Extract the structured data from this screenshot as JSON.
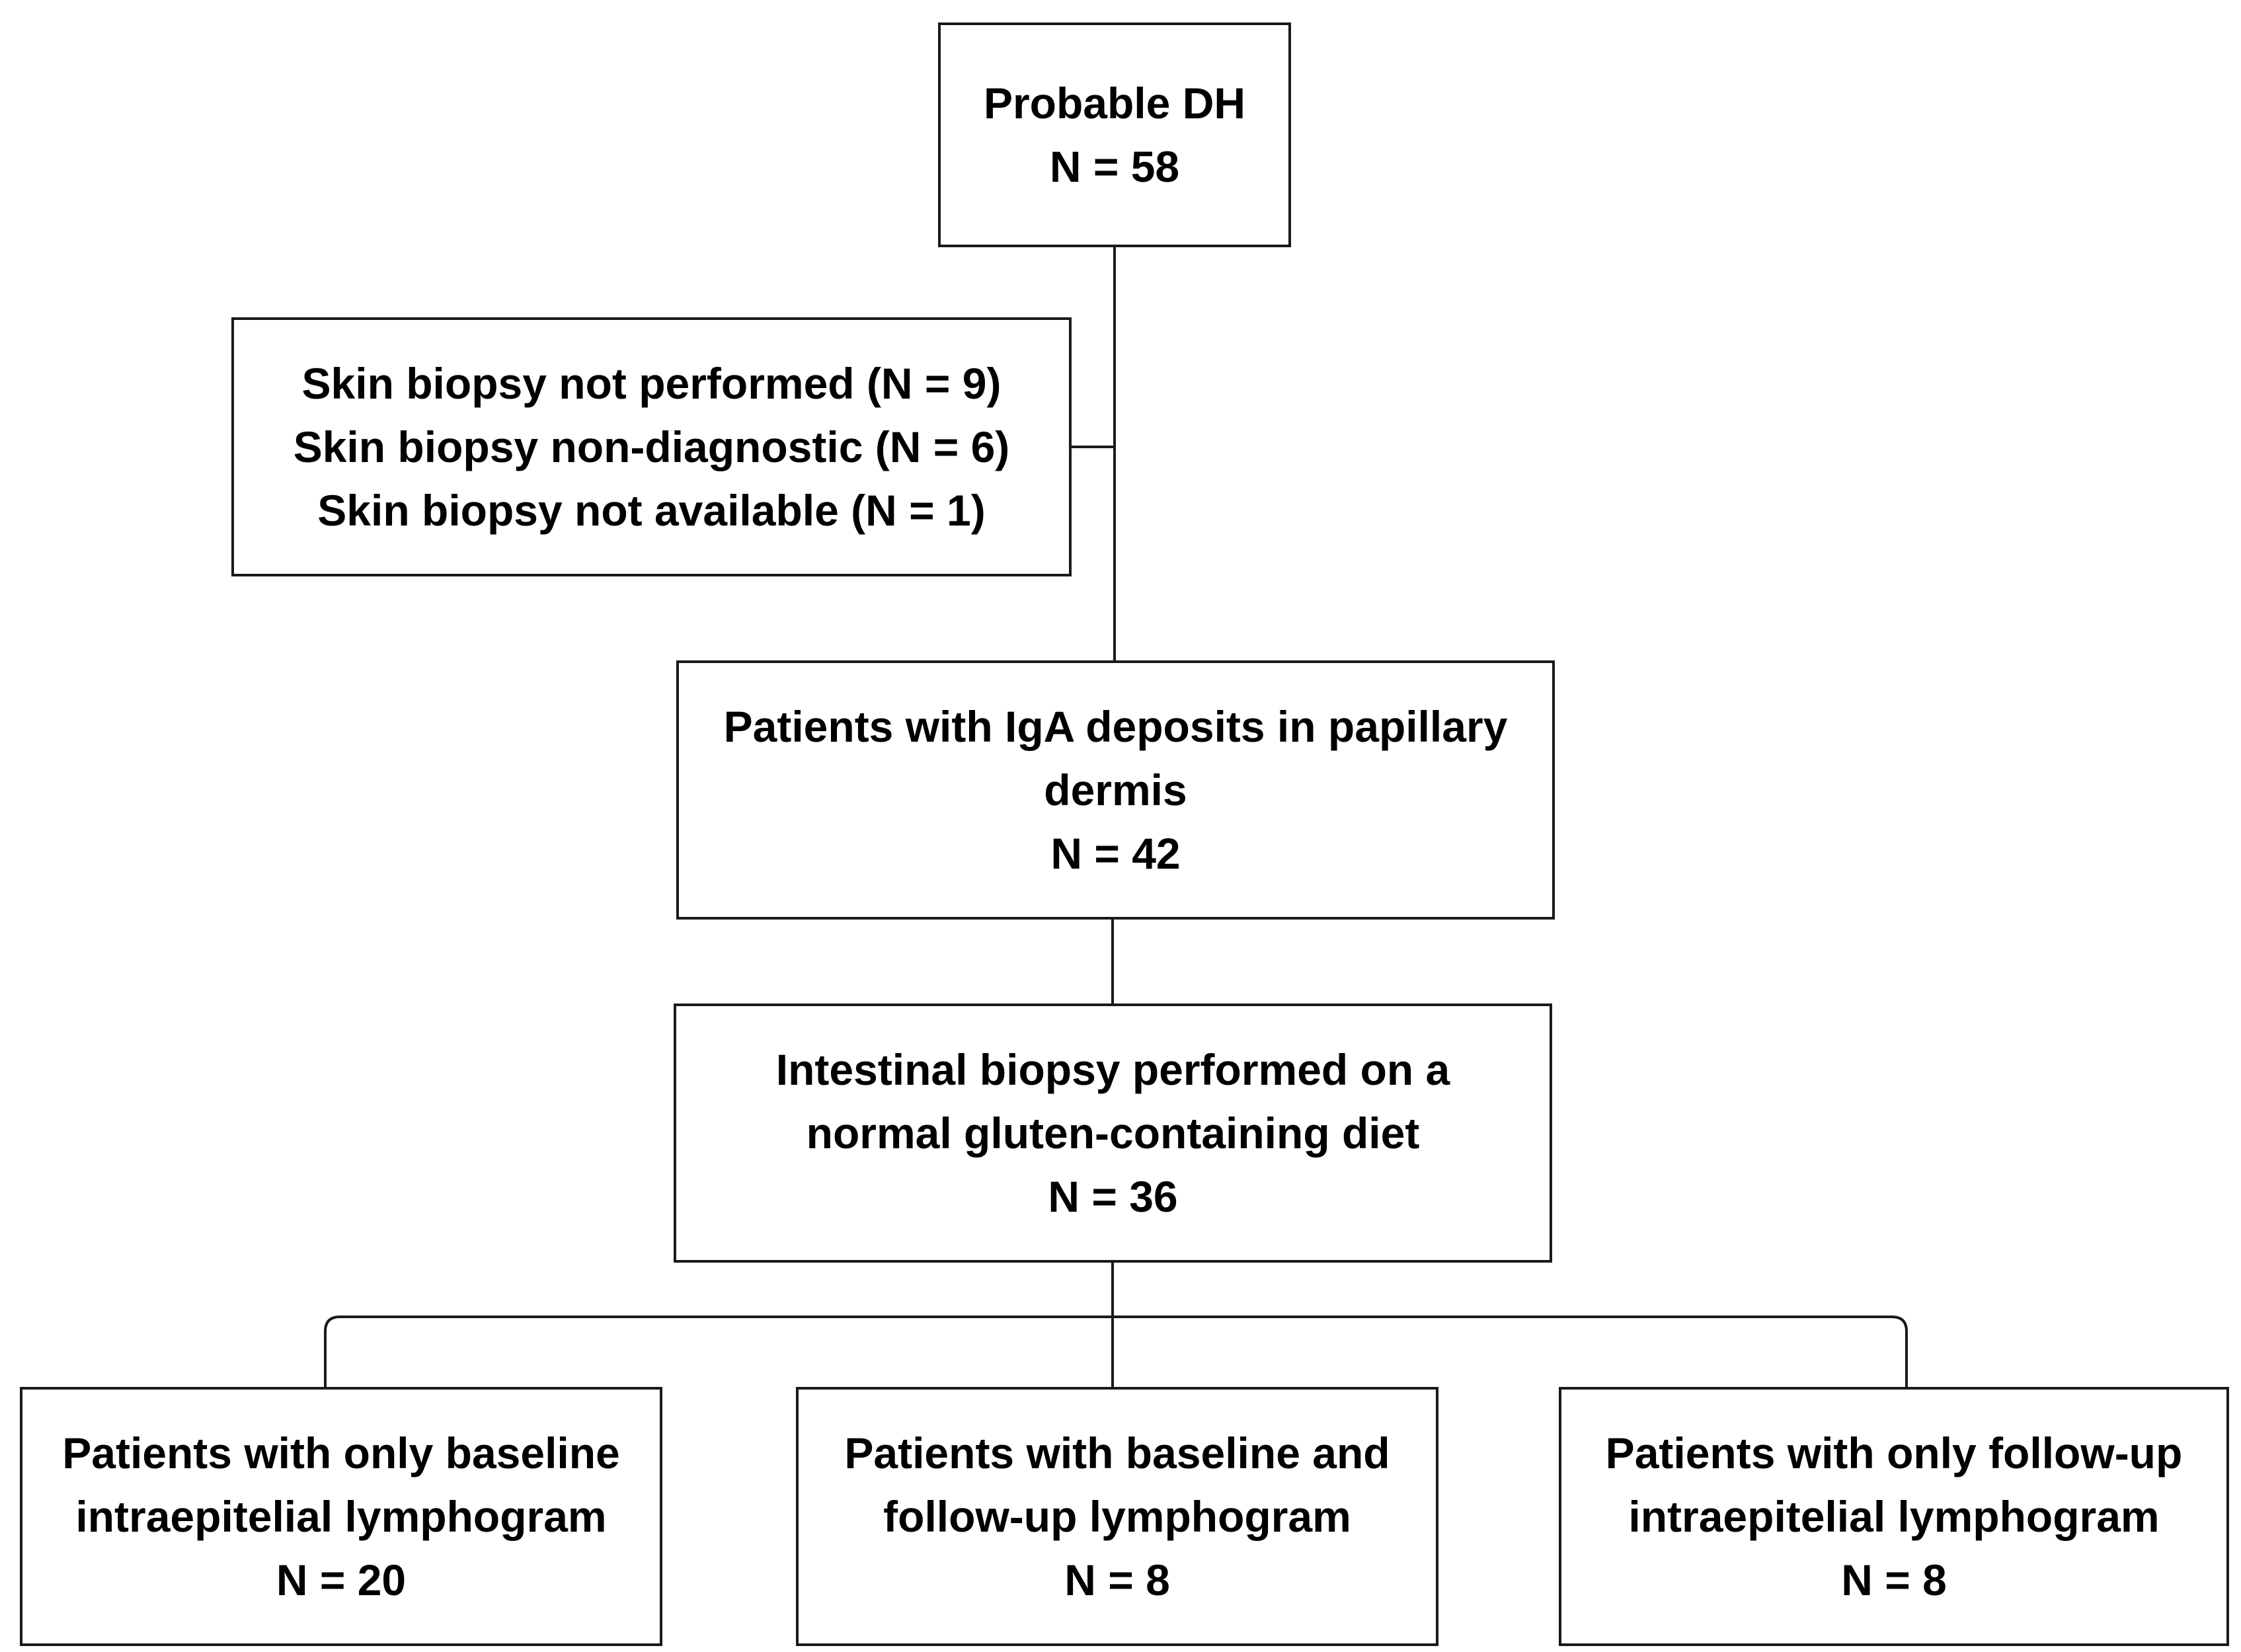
{
  "boxes": {
    "probable": {
      "lines": [
        "Probable DH",
        "N = 58"
      ]
    },
    "excluded": {
      "lines": [
        "Skin biopsy not performed (N = 9)",
        "Skin biopsy non-diagnostic (N = 6)",
        "Skin biopsy not available (N = 1)"
      ]
    },
    "iga": {
      "lines": [
        "Patients with IgA deposits in papillary",
        "dermis",
        "N = 42"
      ]
    },
    "intestinal": {
      "lines": [
        "Intestinal biopsy performed on a",
        "normal gluten-containing diet",
        "N = 36"
      ]
    },
    "baseline": {
      "lines": [
        "Patients with only baseline",
        "intraepitelial lymphogram",
        "N = 20"
      ]
    },
    "both": {
      "lines": [
        "Patients with baseline and",
        "follow-up lymphogram",
        "N = 8"
      ]
    },
    "followup": {
      "lines": [
        "Patients with only follow-up",
        "intraepitelial lymphogram",
        "N = 8"
      ]
    }
  },
  "colors": {
    "border": "#1a1a1a",
    "text": "#000000",
    "background": "#ffffff"
  }
}
